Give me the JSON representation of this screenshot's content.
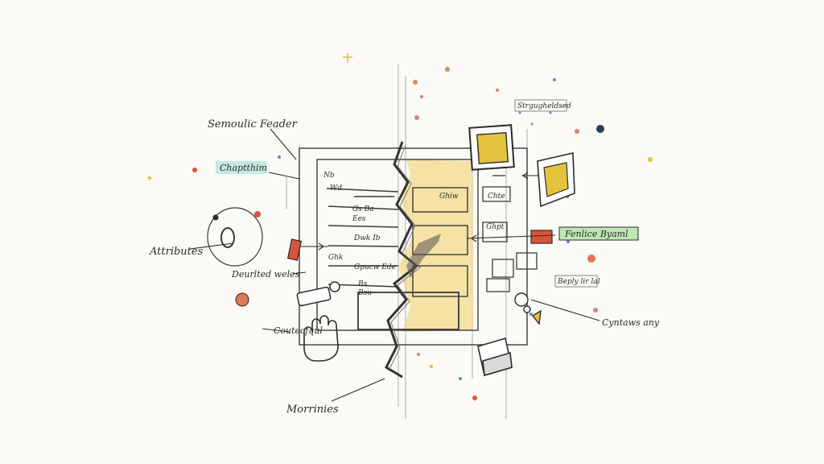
{
  "labels": {
    "semantic_feeder": "Semoulic Feader",
    "chapthium": "Chaptthim",
    "attributes": "Attributes",
    "demand_notes": "Deurlted weles",
    "caption_hand": "Coutecfqul",
    "morrinies": "Morrinies",
    "feature_layout": "Fenlice Byaml",
    "contents": "Cyntaws any",
    "top_right_note": "Strgugheldsed",
    "right_box": "Beply lir  lal",
    "row_text": [
      "Nb",
      "Wd",
      "Gs Ba",
      "Ees",
      "Dwk Ib",
      "Ghk",
      "Gpucw  Ede",
      "Bs",
      "Bsu"
    ],
    "ghost_labels": [
      "Ghiw",
      "Chte",
      "Ghpt"
    ]
  },
  "colors": {
    "paper": "#fbfaf7",
    "ink": "#2b2b2b",
    "pastel_yellow": "#f4d98a",
    "mustard": "#e3c33b",
    "teal_tag": "#bfe6df",
    "green_tag": "#bfe6b4",
    "red_accent": "#d9533a",
    "orange_dot": "#e0775a"
  },
  "icons": [
    "hand-icon",
    "pencil-icon",
    "book-icon",
    "cursor-icon",
    "gear-icon",
    "sticky-note-icon"
  ]
}
